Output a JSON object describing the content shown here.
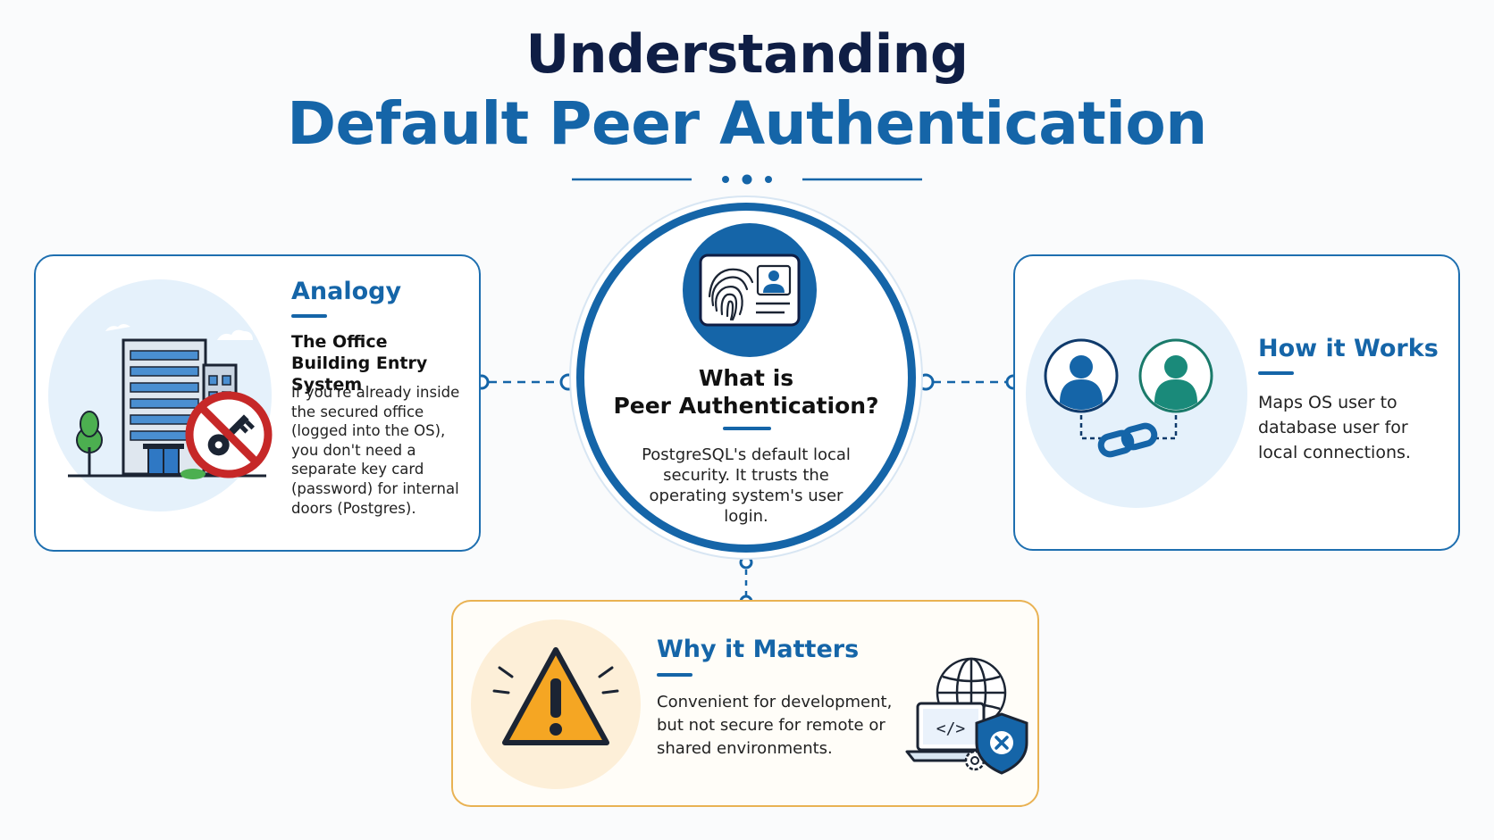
{
  "title": {
    "line1": "Understanding",
    "line2": "Default Peer Authentication"
  },
  "center": {
    "heading_line1": "What is",
    "heading_line2": "Peer Authentication?",
    "body": "PostgreSQL's default local security. It trusts the operating system's user login.",
    "icon": "fingerprint-id-card-icon"
  },
  "analogy": {
    "heading": "Analogy",
    "subheading": "The Office Building Entry System",
    "body": "If you're already inside the secured office (logged into the OS), you don't need a separate key card (password) for internal doors (Postgres).",
    "icon": "office-building-no-key-icon"
  },
  "how_it_works": {
    "heading": "How it Works",
    "body": "Maps OS user to database user for local connections.",
    "icon": "linked-users-icon"
  },
  "why_it_matters": {
    "heading": "Why it Matters",
    "body": "Convenient for development, but not secure for remote or shared environments.",
    "icon_left": "warning-triangle-icon",
    "icon_right": "laptop-globe-shield-icon"
  },
  "colors": {
    "primary_blue": "#1565a8",
    "navy": "#0f1e45",
    "teal": "#1a8a7a",
    "warning_orange": "#f5a623",
    "warning_border": "#e9b253",
    "danger_red": "#c62828"
  }
}
